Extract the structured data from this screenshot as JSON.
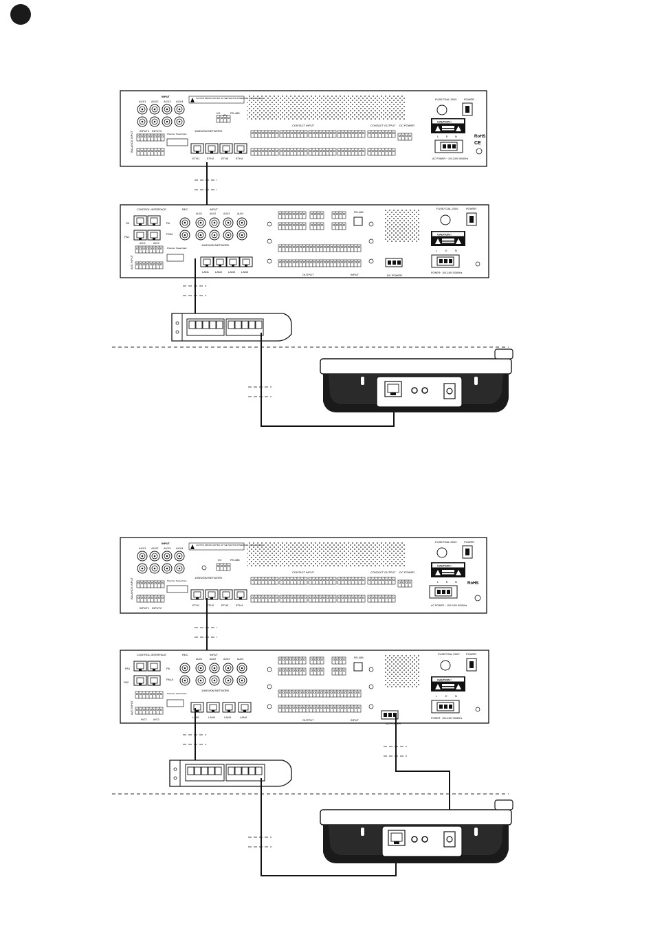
{
  "page": {
    "bullet": ""
  },
  "colors": {
    "ink": "#111111",
    "panel_fill": "#ffffff",
    "dark": "#1a1a1a"
  },
  "matrix": {
    "input_title": "INPUT",
    "aux": [
      "AUX1",
      "AUX2",
      "AUX3",
      "AUX4"
    ],
    "warning": "CAUTION: WRONG SETTING OF THE PHANTOM POWER WILL CAUSE DAMAGE",
    "io_label": "I/O",
    "rs485": "RS-485",
    "network": "10M/100M NETWORK",
    "eth": [
      "ETH1",
      "ETH2",
      "ETH3",
      "ETH4"
    ],
    "contact_input": "CONTACT INPUT",
    "contact_output": "CONTACT OUTPUT",
    "dc_power": "DC POWER",
    "fuse": "FUSE/T5AL 250V",
    "power": "POWER",
    "caution": "CAUTION !",
    "shock": "RISK OF ELECTRIC SHOCK DO NOT OPEN",
    "lcn": [
      "L",
      "E",
      "N"
    ],
    "ac_power": "AC POWER ~ 100-240V 50/60Hz",
    "balance": "BALANCE INPUT",
    "inputs": [
      "INPUT1",
      "INPUT2"
    ],
    "phantom": "Phantom Power/Gain"
  },
  "controller": {
    "control_interface": "CONTROL INTERFACE",
    "rec": "REC",
    "input": "INPUT",
    "aux": [
      "AUX1",
      "AUX2",
      "AUX3",
      "AUX4"
    ],
    "pa": [
      "PA1",
      "PA2"
    ],
    "pa_alt": [
      "PA",
      "PA1"
    ],
    "pa_right": [
      "PA",
      "PGM"
    ],
    "pa_right_alt": [
      "PA",
      "PA1A"
    ],
    "avc": [
      "AVC1",
      "AVC2"
    ],
    "avc_input": "AVC INPUT",
    "network": "10M/100M NETWORK",
    "lan": [
      "LAN1",
      "LAN2",
      "LAN3",
      "LAN4"
    ],
    "phantom": "Phantom Power/Gain",
    "rs485": "RS-485",
    "output": "OUTPUT",
    "input_bottom": "INPUT",
    "dc_power": "DC POWER",
    "fuse": "FUSE/T2AL 250V",
    "power": "POWER",
    "caution": "CAUTION !",
    "shock": "RISK OF ELECTRIC SHOCK DO NOT OPEN",
    "lcn": [
      "L",
      "E",
      "N"
    ],
    "ac_power": "POWER~ 100-240V 50/60Hz"
  },
  "cable": {
    "label": ""
  }
}
